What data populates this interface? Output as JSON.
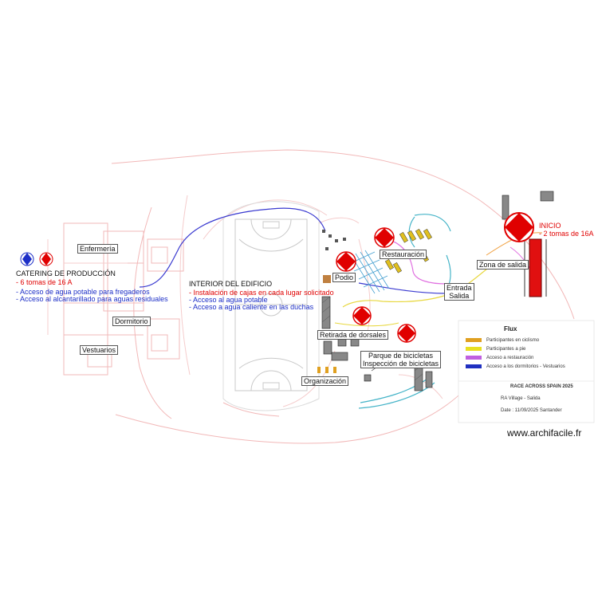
{
  "labels": {
    "enfermeria": "Enfermería",
    "catering_title": "CATERING DE PRODUCCIÓN",
    "catering_power": "- 6 tomas de 16 A",
    "catering_water1": "- Acceso de agua potable para fregaderos",
    "catering_water2": "- Acceso al alcantarillado para aguas residuales",
    "dormitorio": "Dormitorio",
    "vestuarios": "Vestuarios",
    "interior_title": "INTERIOR DEL EDIFICIO",
    "interior_1": "- Instalación de cajas en cada lugar solicitado",
    "interior_2": "- Acceso al agua potable",
    "interior_3": "- Acceso a agua caliente en las duchas",
    "podio": "Podio",
    "restauracion": "Restauración",
    "entrada": "Entrada",
    "salida": "Salida",
    "zona_salida": "Zona de salida",
    "inicio": "INICIO",
    "inicio_power": "- 2 tomas de 16A",
    "retirada": "Retirada de dorsales",
    "parque": "Parque de bicicletas",
    "inspeccion": "Inspección de bicicletas",
    "organizacion": "Organización"
  },
  "legend": {
    "title": "Flux",
    "items": [
      {
        "label": "Participantes en ciclismo",
        "color": "#e0a020"
      },
      {
        "label": "Participantes a pie",
        "color": "#e8e020"
      },
      {
        "label": "Acceso a restauración",
        "color": "#c060e0"
      },
      {
        "label": "Acceso a los dormitorios - Vestuarios",
        "color": "#2030c0"
      }
    ]
  },
  "title_block": {
    "event": "RACE ACROSS SPAIN 2025",
    "sheet": "RA Village - Salida",
    "date": "Date : 11/09/2025 Santander"
  },
  "watermark": "www.archifacile.fr",
  "colors": {
    "red": "#e00000",
    "blue": "#1d2fc7",
    "plan_lines": "#f2b8b8",
    "route_blue": "#3a3ad0",
    "route_yellow": "#e8d840",
    "route_pink": "#e070e0",
    "water": "#46b4c8",
    "start_zone": "#e01010"
  }
}
